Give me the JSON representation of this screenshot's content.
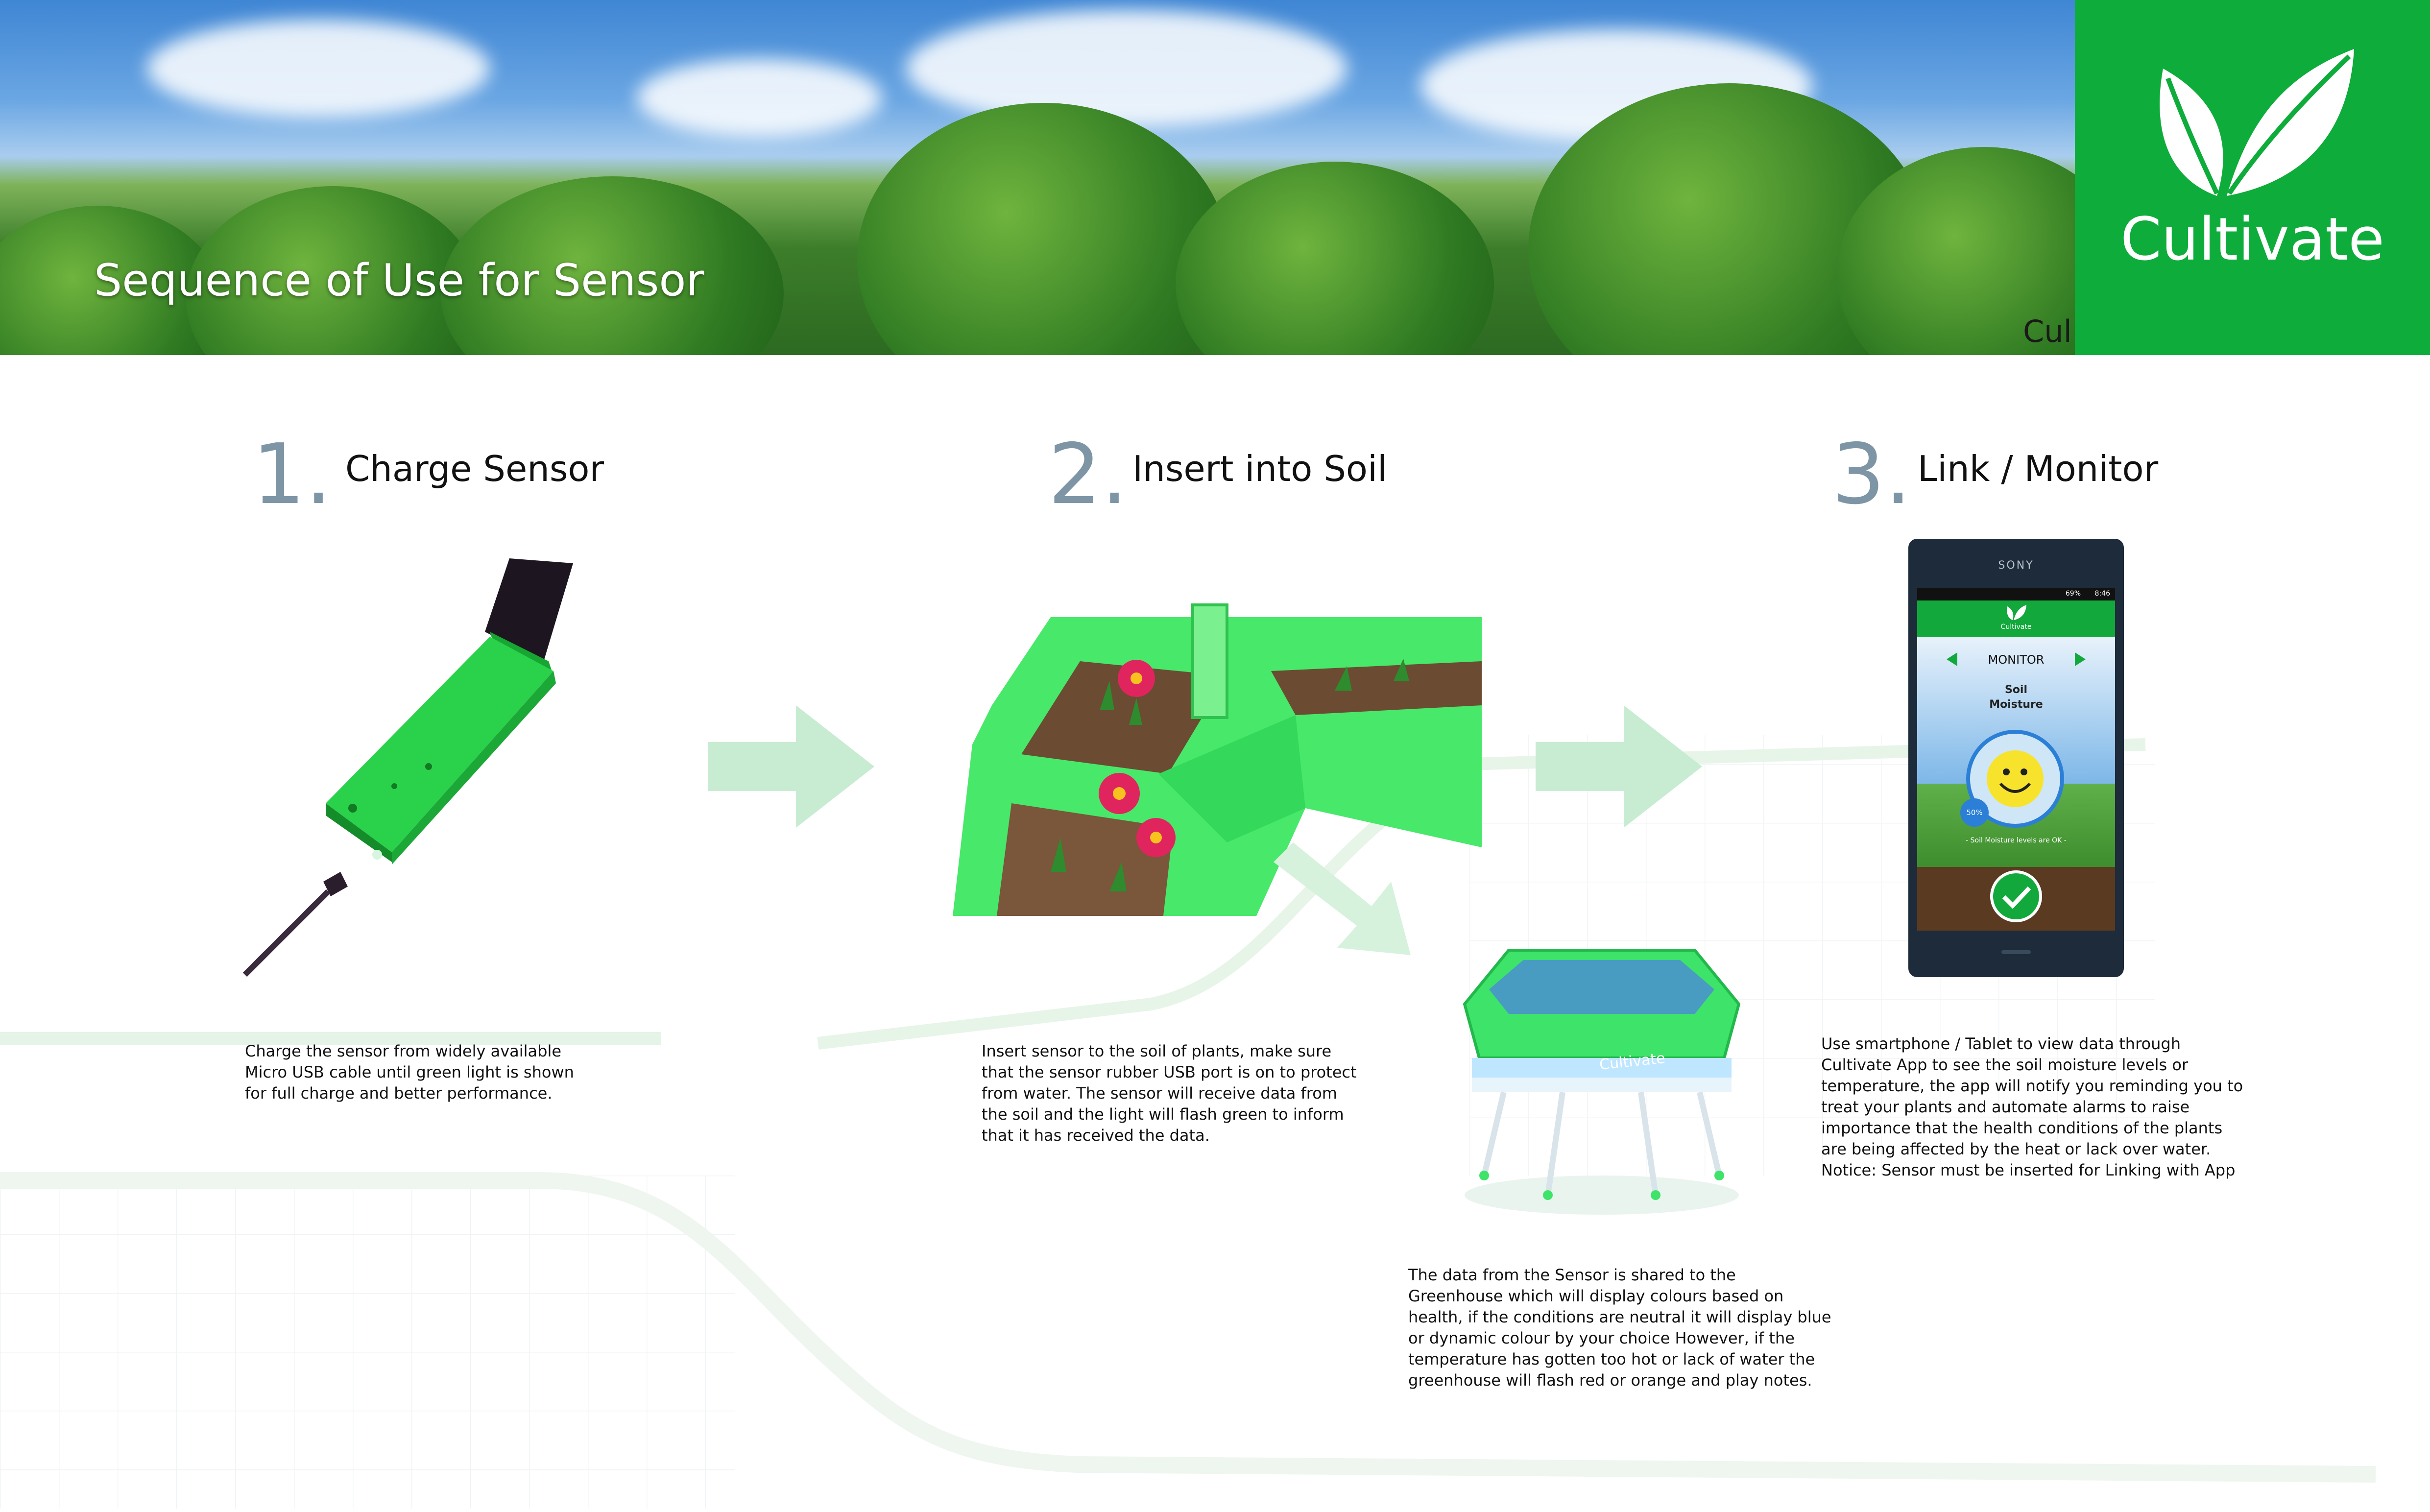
{
  "header": {
    "title": "Sequence of Use for Sensor",
    "logo_text": "Cultivate",
    "fragment_text": "Cul"
  },
  "colors": {
    "brand_green": "#0eac3a",
    "step_number": "#7e95a6",
    "arrow": "#c8ecd2"
  },
  "steps": [
    {
      "number": "1.",
      "title": "Charge Sensor",
      "text": [
        "Charge the sensor from widely available",
        "Micro USB cable until green light is shown",
        "for full charge and better performance."
      ]
    },
    {
      "number": "2.",
      "title": "Insert into Soil",
      "text": [
        "Insert sensor to the soil of plants, make sure",
        "that the sensor rubber USB port is on to protect",
        "from water. The sensor will receive data from",
        "the soil and the light will flash green to inform",
        "that it has received the data."
      ]
    },
    {
      "number": "3.",
      "title": "Link / Monitor",
      "text": [
        "Use smartphone / Tablet to view data through",
        "Cultivate App to see the soil moisture levels or",
        "temperature, the app will notify you reminding you to",
        "treat your plants and automate alarms to raise",
        "importance that the health conditions of the plants",
        "are being affected by the heat or lack over water.",
        "Notice: Sensor must be inserted for Linking with App"
      ]
    }
  ],
  "greenhouse": {
    "label": "Cultivate",
    "text": [
      "The data from the Sensor is shared to the",
      "Greenhouse which will display colours based on",
      "health, if the conditions are neutral it will display blue",
      "or dynamic colour by your choice However, if the",
      "temperature has gotten too hot or lack of water the",
      "greenhouse will flash red or orange and play notes."
    ]
  },
  "phone": {
    "brand": "SONY",
    "app_name": "Cultivate",
    "nav_label": "MONITOR",
    "metric_line1": "Soil",
    "metric_line2": "Moisture",
    "percent": "50%",
    "status_text": "- Soil Moisture levels are OK -",
    "battery_text": "69%",
    "time_text": "8:46"
  },
  "icons": [
    "leaf-logo-icon",
    "arrow-right-icon",
    "smiley-icon",
    "check-circle-icon",
    "left-triangle-icon",
    "right-triangle-icon"
  ]
}
